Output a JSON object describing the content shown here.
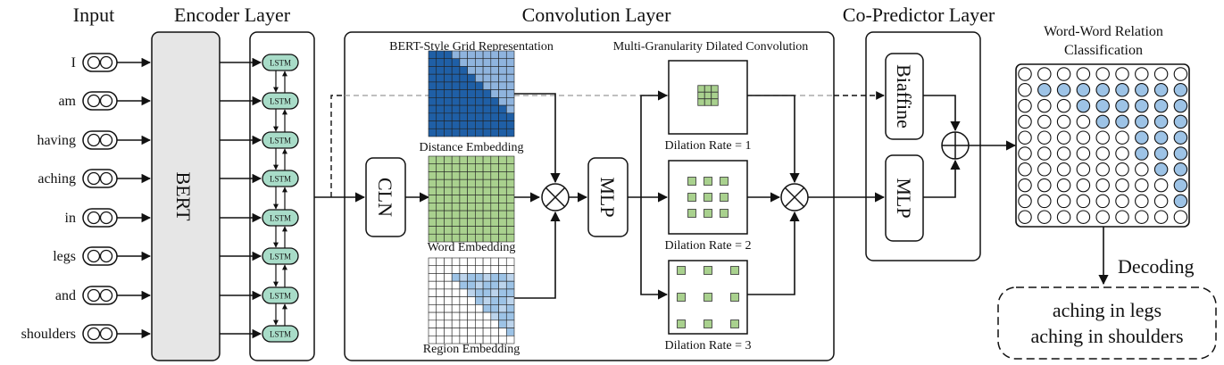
{
  "sections": {
    "input": "Input",
    "encoder": "Encoder Layer",
    "convolution": "Convolution Layer",
    "predictor": "Co-Predictor Layer"
  },
  "tokens": [
    "I",
    "am",
    "having",
    "aching",
    "in",
    "legs",
    "and",
    "shoulders"
  ],
  "encoder": {
    "bert": "BERT",
    "lstm": "LSTM"
  },
  "convolution": {
    "grid_title": "BERT-Style Grid Representation",
    "dilated_title": "Multi-Granularity Dilated Convolution",
    "cln": "CLN",
    "mlp": "MLP",
    "embeddings": [
      "Distance Embedding",
      "Word Embedding",
      "Region Embedding"
    ],
    "dilation_rates": [
      "Dilation Rate = 1",
      "Dilation Rate = 2",
      "Dilation Rate = 3"
    ]
  },
  "predictor": {
    "biaffine": "Biaffine",
    "mlp": "MLP"
  },
  "classification": {
    "title_line1": "Word-Word Relation",
    "title_line2": "Classification"
  },
  "decoding": {
    "label": "Decoding",
    "results": [
      "aching in legs",
      "aching in shoulders"
    ]
  },
  "colors": {
    "bert_fill": "#e6e6e6",
    "lstm_fill": "#a8dcc8",
    "distance_dark": "#1f5fa6",
    "distance_light": "#8fb4de",
    "word_fill": "#a9d18e",
    "region_fill": "#9dc3e6",
    "relation_fill": "#9dc3e6"
  }
}
